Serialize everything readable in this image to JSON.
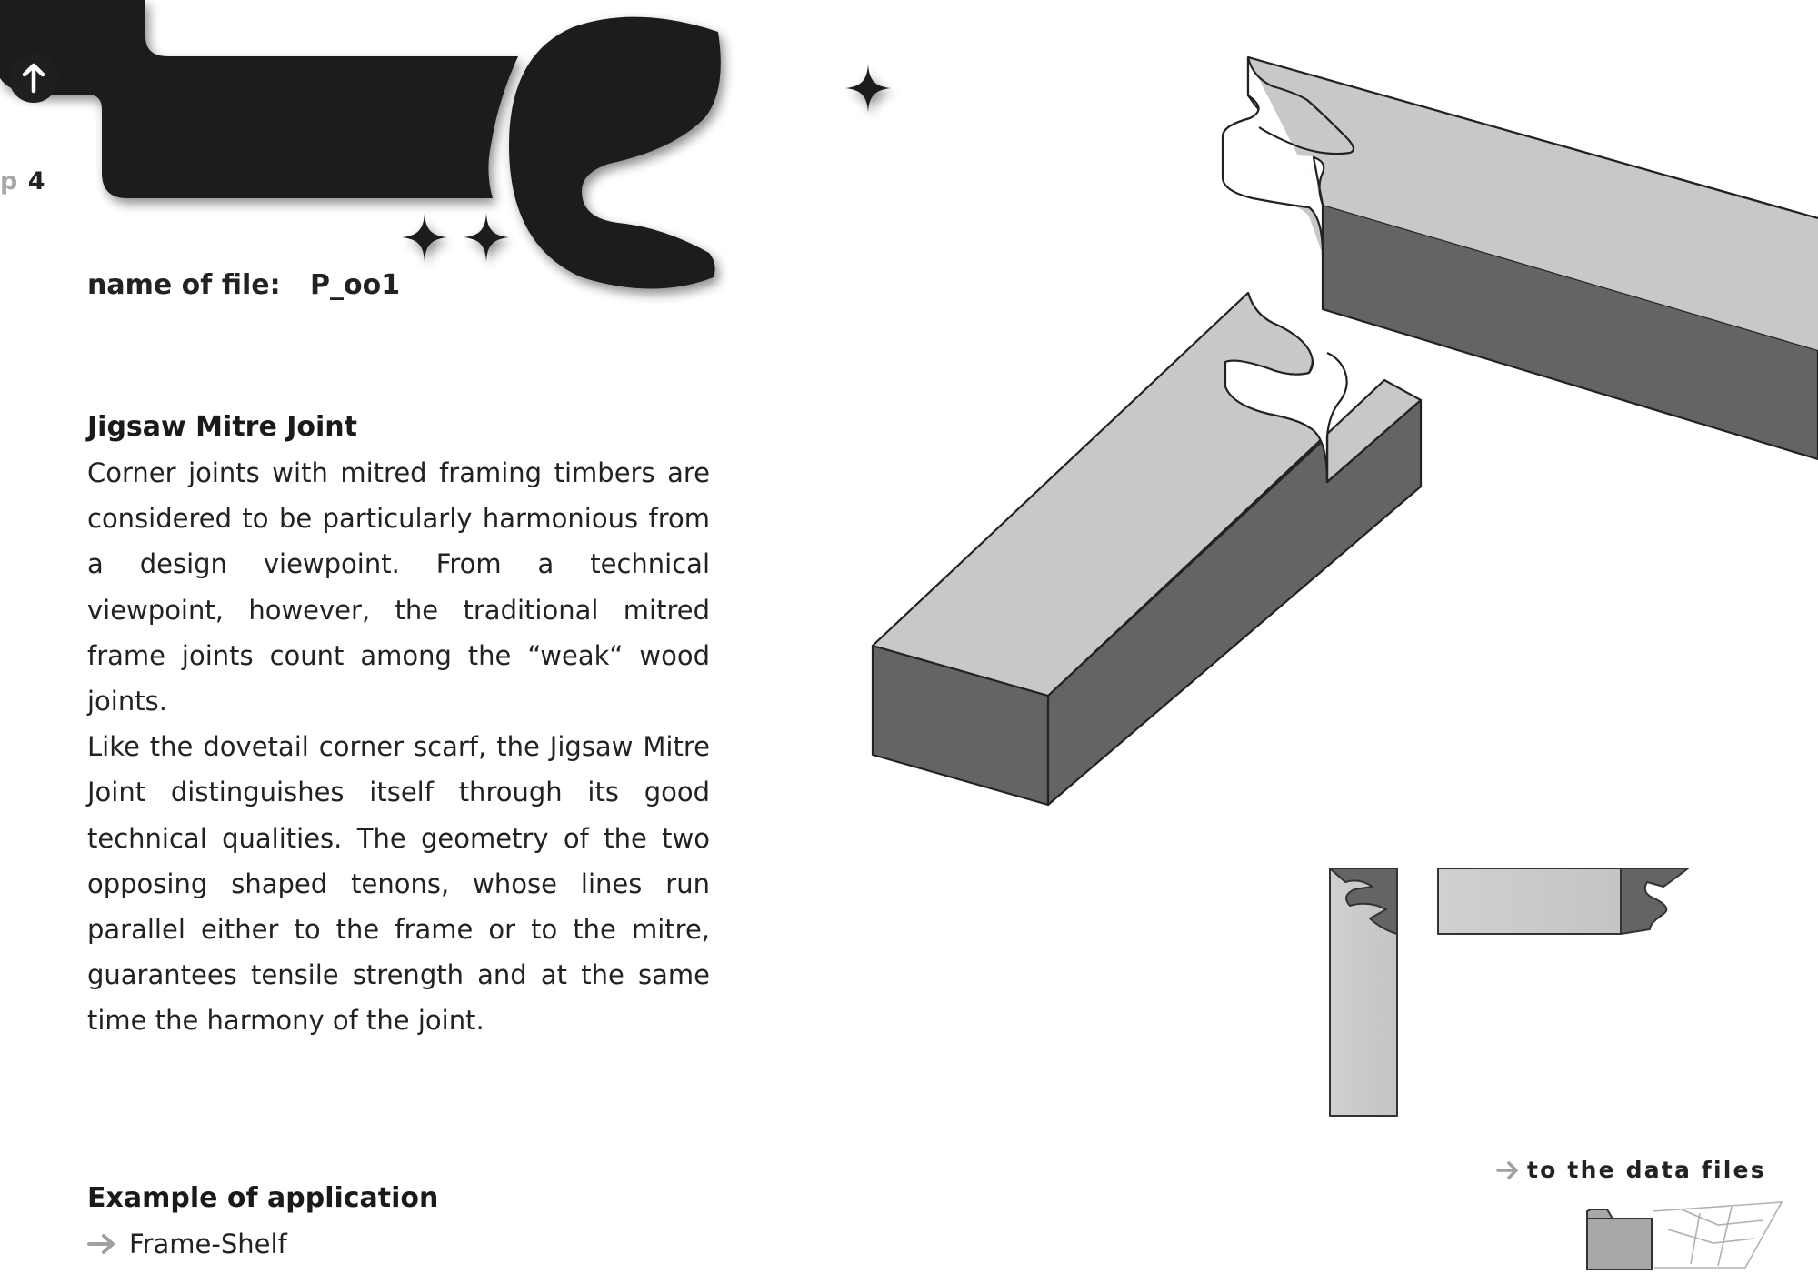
{
  "page": {
    "page_label_prefix": "p",
    "page_number": "4"
  },
  "file": {
    "label": "name of file:",
    "value": "P_oo1"
  },
  "article": {
    "title": "Jigsaw Mitre Joint",
    "paragraph_1": "Corner joints with mitred framing timbers are con­sidered to be particularly harmonious from a design viewpoint. From a technical viewpoint, however, the traditional mitred frame joints count among the “weak“ wood joints.",
    "paragraph_2": "Like the dovetail corner scarf, the Jigsaw Mitre Joint distinguishes itself through its good technical qua­lities. The geometry of the two opposing shaped te­nons, whose lines run parallel either to the frame or to the mitre, guarantees tensile strength and at the same time the harmony of the joint."
  },
  "example": {
    "heading": "Example of application",
    "link_label": "Frame-Shelf"
  },
  "data_files": {
    "link_label": "to the data files"
  },
  "icons": {
    "back_up": "up-arrow-icon",
    "link_arrow": "right-arrow-icon",
    "folder": "folder-icon"
  },
  "colors": {
    "dark_graphic": "#1f1f1f",
    "light_gray_face": "#c8c8c8",
    "dark_gray_face": "#646464",
    "accent_gray": "#b0b0b0"
  }
}
